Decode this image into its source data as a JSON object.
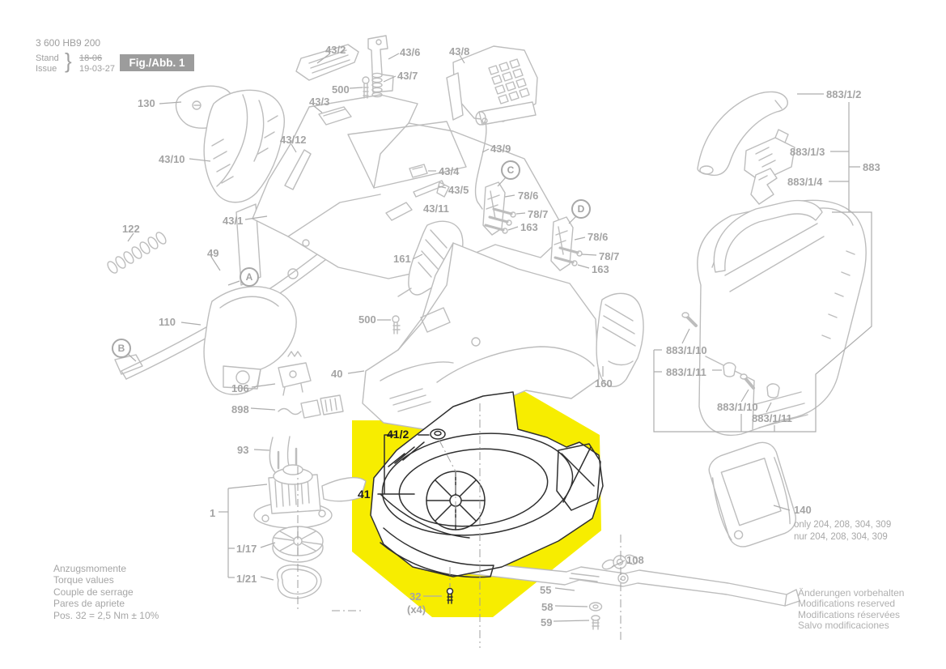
{
  "header": {
    "doc_number": "3 600 HB9 200",
    "stand_label": "Stand",
    "issue_label": "Issue",
    "brace": "}",
    "stand_date": "18-06",
    "issue_date": "19-03-27",
    "figure_label": "Fig./Abb. 1"
  },
  "callouts": [
    {
      "id": "130",
      "text": "130"
    },
    {
      "id": "43-10",
      "text": "43/10"
    },
    {
      "id": "43-2",
      "text": "43/2"
    },
    {
      "id": "43-6",
      "text": "43/6"
    },
    {
      "id": "43-8",
      "text": "43/8"
    },
    {
      "id": "43-7",
      "text": "43/7"
    },
    {
      "id": "500-top",
      "text": "500"
    },
    {
      "id": "43-3",
      "text": "43/3"
    },
    {
      "id": "43-12",
      "text": "43/12"
    },
    {
      "id": "43-9",
      "text": "43/9"
    },
    {
      "id": "43-4",
      "text": "43/4"
    },
    {
      "id": "43-5",
      "text": "43/5"
    },
    {
      "id": "78-6-c",
      "text": "78/6"
    },
    {
      "id": "78-7-c",
      "text": "78/7"
    },
    {
      "id": "163-c",
      "text": "163"
    },
    {
      "id": "78-6-d",
      "text": "78/6"
    },
    {
      "id": "78-7-d",
      "text": "78/7"
    },
    {
      "id": "163-d",
      "text": "163"
    },
    {
      "id": "43-11",
      "text": "43/11"
    },
    {
      "id": "43-1",
      "text": "43/1"
    },
    {
      "id": "122",
      "text": "122"
    },
    {
      "id": "49",
      "text": "49"
    },
    {
      "id": "110",
      "text": "110"
    },
    {
      "id": "161",
      "text": "161"
    },
    {
      "id": "500-mid",
      "text": "500"
    },
    {
      "id": "40",
      "text": "40"
    },
    {
      "id": "106",
      "text": "106"
    },
    {
      "id": "898",
      "text": "898"
    },
    {
      "id": "93",
      "text": "93"
    },
    {
      "id": "1",
      "text": "1"
    },
    {
      "id": "1-17",
      "text": "1/17"
    },
    {
      "id": "1-21",
      "text": "1/21"
    },
    {
      "id": "41-2",
      "text": "41/2"
    },
    {
      "id": "41",
      "text": "41"
    },
    {
      "id": "160",
      "text": "160"
    },
    {
      "id": "32",
      "text": "32"
    },
    {
      "id": "32-qty",
      "text": "(x4)"
    },
    {
      "id": "55",
      "text": "55"
    },
    {
      "id": "58",
      "text": "58"
    },
    {
      "id": "59",
      "text": "59"
    },
    {
      "id": "108",
      "text": "108"
    },
    {
      "id": "883-1-2",
      "text": "883/1/2"
    },
    {
      "id": "883-1-3",
      "text": "883/1/3"
    },
    {
      "id": "883",
      "text": "883"
    },
    {
      "id": "883-1-4",
      "text": "883/1/4"
    },
    {
      "id": "883-1-10-a",
      "text": "883/1/10"
    },
    {
      "id": "883-1-11-a",
      "text": "883/1/11"
    },
    {
      "id": "883-1-10-b",
      "text": "883/1/10"
    },
    {
      "id": "883-1-11-b",
      "text": "883/1/11"
    },
    {
      "id": "140",
      "text": "140"
    }
  ],
  "ref_letters": {
    "a": "A",
    "b": "B",
    "c": "C",
    "d": "D"
  },
  "variant_note": {
    "line1": "only 204, 208, 304, 309",
    "line2": "nur 204, 208, 304, 309"
  },
  "torque_note": {
    "line1": "Anzugsmomente",
    "line2": "Torque values",
    "line3": "Couple de serrage",
    "line4": "Pares de apriete",
    "line5": "Pos. 32 = 2,5 Nm ± 10%"
  },
  "modifications_note": {
    "line1": "Änderungen vorbehalten",
    "line2": "Modifications reserved",
    "line3": "Modifications réservées",
    "line4": "Salvo modificaciones"
  },
  "colors": {
    "highlight_yellow": "#f7ed00",
    "drawing_gray": "#bdbdbd",
    "label_gray": "#a4a4a4",
    "dark_line": "#2f2f2f",
    "figure_box_bg": "#9c9c9c"
  }
}
